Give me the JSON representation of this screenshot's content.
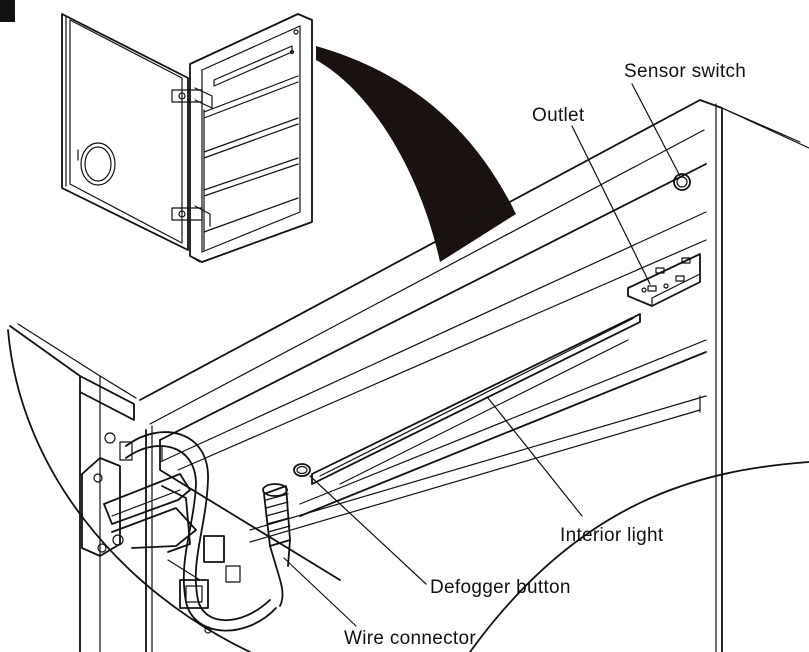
{
  "labels": {
    "sensor_switch": "Sensor switch",
    "outlet": "Outlet",
    "interior_light": "Interior light",
    "defogger_button": "Defogger button",
    "wire_connector": "Wire connector"
  },
  "colors": {
    "line": "#111111",
    "fill_dark": "#1a1210",
    "background": "#ffffff"
  }
}
